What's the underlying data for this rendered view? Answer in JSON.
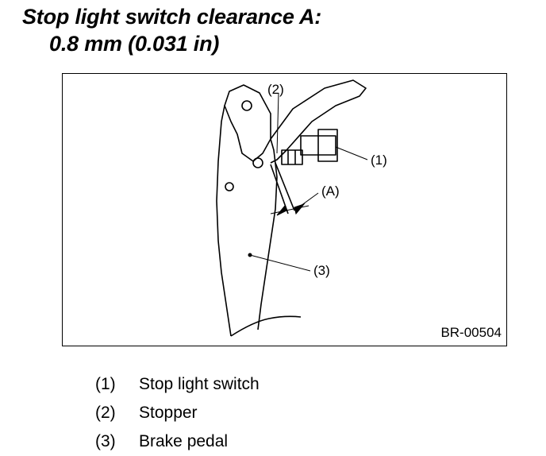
{
  "heading": {
    "line1": "Stop light switch clearance A:",
    "line2": "0.8 mm (0.031 in)"
  },
  "figure": {
    "id": "BR-00504",
    "callouts": {
      "c1": "(1)",
      "c2": "(2)",
      "c3": "(3)",
      "cA": "(A)"
    }
  },
  "legend": [
    {
      "num": "(1)",
      "label": "Stop light switch"
    },
    {
      "num": "(2)",
      "label": "Stopper"
    },
    {
      "num": "(3)",
      "label": "Brake pedal"
    }
  ]
}
